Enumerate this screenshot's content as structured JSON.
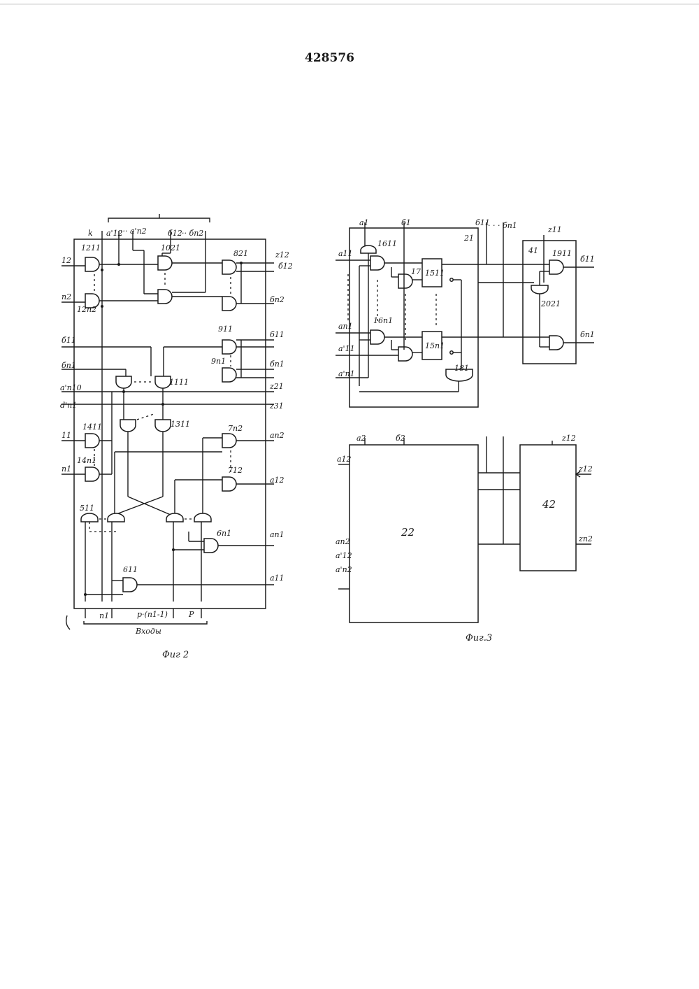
{
  "document": {
    "patent_number": "428576"
  },
  "fig2": {
    "caption": "Фиг 2",
    "top_labels": [
      "k",
      "a'12",
      "··· a'n2",
      "б12",
      "·· бn2"
    ],
    "left_labels": [
      "12",
      "n2",
      "б11",
      "бn1",
      "a'n10",
      "d'n1",
      "11",
      "n1"
    ],
    "right_labels": [
      "z12",
      "б12",
      "бn2",
      "б11",
      "бn1",
      "z21",
      "z31",
      "an2",
      "a12",
      "an1",
      "a11"
    ],
    "gate_labels": [
      "1211",
      "12n2",
      "1021",
      "821",
      "911",
      "9n1",
      "1111",
      "1311",
      "1411",
      "14n1",
      "7n2",
      "712",
      "511",
      "6n1",
      "611"
    ],
    "bottom_labels": [
      "n1",
      "p·(n1-1)",
      "P"
    ],
    "inputs_label": "Входы"
  },
  "fig3": {
    "caption": "Фиг.3",
    "top_labels": [
      "a1",
      "б1",
      "б11",
      "· · · бn1",
      "z11"
    ],
    "left_labels": [
      "a11",
      "an1",
      "a'11",
      "a'n1"
    ],
    "right_labels": [
      "б11",
      "бn1"
    ],
    "block_labels": [
      "21",
      "41",
      "1611",
      "16n1",
      "17",
      "1511",
      "15n1",
      "181",
      "1911",
      "2021"
    ],
    "lower_top_labels": [
      "a2",
      "б2"
    ],
    "lower_left_labels": [
      "a12",
      "an2",
      "a'12",
      "a'n2"
    ],
    "lower_right_labels": [
      "z12",
      "z12",
      "zn2"
    ],
    "lower_block_labels": [
      "22",
      "42"
    ]
  }
}
